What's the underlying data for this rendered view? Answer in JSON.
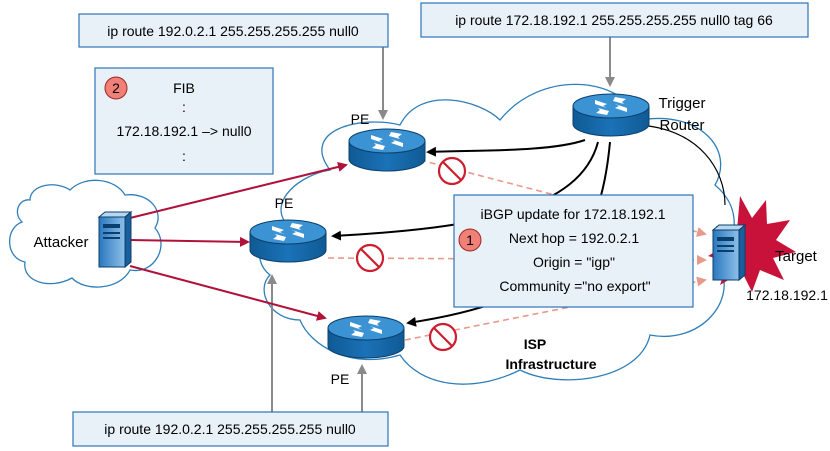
{
  "colors": {
    "attack_path": "#b0123a",
    "bgp_path": "#000000",
    "blocked_path": "#e89a8a",
    "config_arrow": "#8a8a8a",
    "router_fill": "#1b72b7",
    "box_fill": "#e8f0f8",
    "box_border": "#2e74b5",
    "badge_fill": "#f08078",
    "target_burst": "#c8123a",
    "no_sign": "#cc1e2e"
  },
  "config_boxes": {
    "top_left": "ip route 192.0.2.1  255.255.255.255 null0",
    "top_right": "ip route 172.18.192.1  255.255.255.255 null0 tag 66",
    "bottom": "ip route 192.0.2.1  255.255.255.255 null0"
  },
  "fib_box": {
    "badge": "2",
    "title": "FIB",
    "dot_top": ":",
    "entry": "172.18.192.1 –> null0",
    "dot_bottom": ":"
  },
  "bgp_box": {
    "badge": "1",
    "title": "iBGP update for 172.18.192.1",
    "next_hop": "Next hop = 192.0.2.1",
    "origin": "Origin = \"igp\"",
    "community": "Community =\"no export\""
  },
  "nodes": {
    "attacker": "Attacker",
    "pe_label": "PE",
    "trigger_line1": "Trigger",
    "trigger_line2": "Router",
    "target": "Target",
    "target_ip": "172.18.192.1",
    "isp_line1": "ISP",
    "isp_line2": "Infrastructure"
  },
  "icons": {
    "router": "router-icon",
    "server": "server-icon",
    "explosion": "explosion-icon",
    "no_entry": "no-entry-icon"
  }
}
